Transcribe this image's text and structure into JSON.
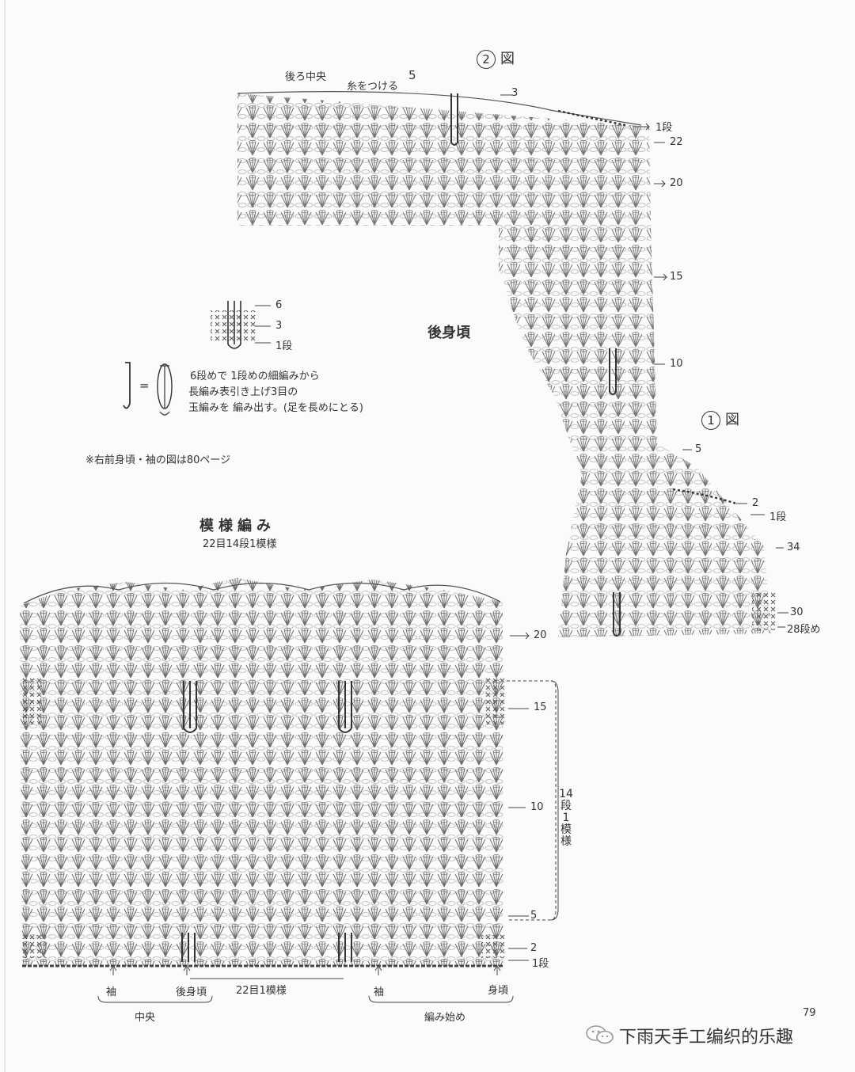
{
  "figure2": {
    "label_num": "2",
    "label_kanji": "図",
    "back_center": "後ろ中央",
    "attach_yarn": "糸をつける",
    "row_labels": [
      "5",
      "3",
      "1段",
      "22",
      "20",
      "15",
      "10"
    ]
  },
  "body_title": "後身頃",
  "figure1": {
    "label_num": "1",
    "label_kanji": "図",
    "row_labels": [
      "5",
      "2",
      "1段",
      "34",
      "30",
      "28段め"
    ]
  },
  "legend": {
    "row_labels": [
      "6",
      "3",
      "1段"
    ],
    "equals": "=",
    "note_lines": [
      "6段めで 1段めの細編みから",
      "長編み表引き上げ3目の",
      "玉編みを 編み出す。(足を長めにとる)"
    ]
  },
  "reference_note": "※右前身頃・袖の図は80ページ",
  "pattern": {
    "title": "模様編み",
    "subtitle": "22目14段1模様",
    "row_labels": [
      "20",
      "15",
      "10",
      "5",
      "2",
      "1段"
    ],
    "repeat_bracket": [
      "14",
      "段",
      "1",
      "模",
      "様"
    ],
    "bottom_labels": {
      "sleeve_left": "袖",
      "back_body": "後身頃",
      "repeat": "22目1模様",
      "sleeve_right": "袖",
      "body": "身頃",
      "center": "中央",
      "start": "編み始め"
    }
  },
  "page_number": "79",
  "watermark": "下雨天手工编织的乐趣"
}
